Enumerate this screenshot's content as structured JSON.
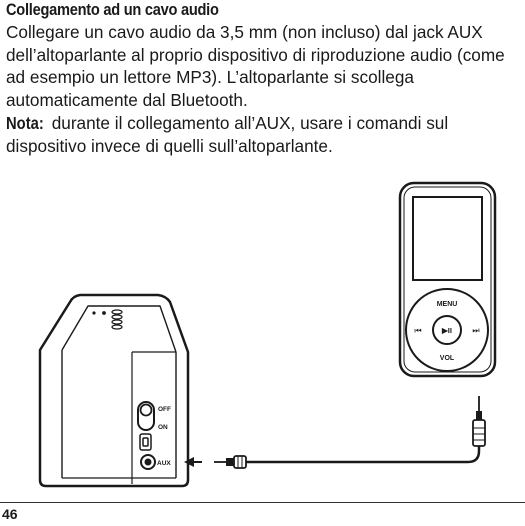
{
  "section": {
    "title": "Collegamento ad un cavo audio",
    "paragraph": "Collegare un cavo audio da 3,5 mm (non incluso) dal jack AUX dell’altoparlante al proprio dispositivo di riproduzione audio (come ad esempio un lettore MP3). L’altoparlante si scollega automaticamente dal Bluetooth.",
    "note_label": "Nota:",
    "note_text": " durante il collegamento all’AUX, usare i comandi sul dispositivo invece di quelli sull’altoparlante."
  },
  "illustration": {
    "speaker": {
      "switch_off_label": "OFF",
      "switch_on_label": "ON",
      "aux_label": "AUX"
    },
    "player": {
      "menu_label": "MENU",
      "vol_label": "VOL",
      "play_pause_symbol": "▶II",
      "prev_symbol": "⏮",
      "next_symbol": "⏭"
    }
  },
  "footer": {
    "page_number": "46"
  }
}
